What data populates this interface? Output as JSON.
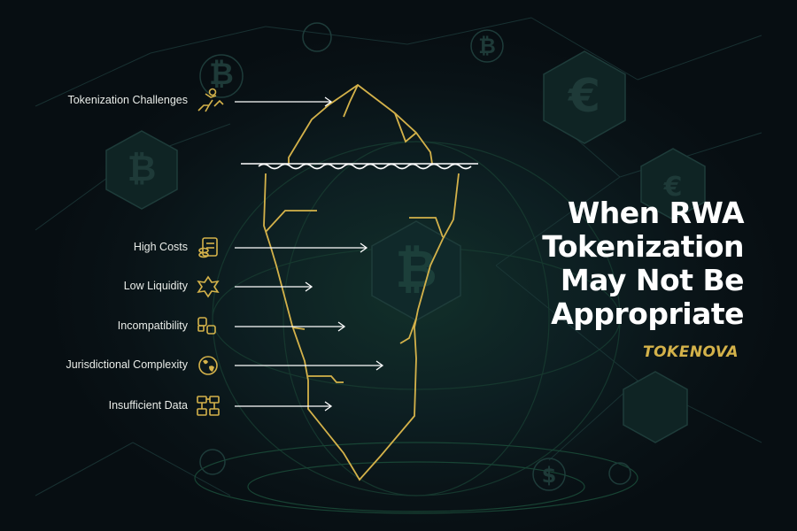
{
  "heading": {
    "line1": "When RWA",
    "line2": "Tokenization",
    "line3": "May Not Be",
    "line4": "Appropriate"
  },
  "brand": "TOKENOVA",
  "labels": {
    "top": "Tokenization Challenges",
    "items": [
      "High Costs",
      "Low Liquidity",
      "Incompatibility",
      "Jurisdictional Complexity",
      "Insufficient Data"
    ]
  },
  "icons": [
    "person-climbing-icon",
    "cost-document-icon",
    "liquidity-icon",
    "linked-blocks-icon",
    "globe-icon",
    "data-nodes-icon"
  ],
  "colors": {
    "background": "#0b1418",
    "accent_gold": "#d4b24a",
    "text": "#ffffff",
    "arrow": "#ffffff"
  },
  "background_glyphs": [
    "₿",
    "₿",
    "₿",
    "€",
    "€",
    "$"
  ]
}
